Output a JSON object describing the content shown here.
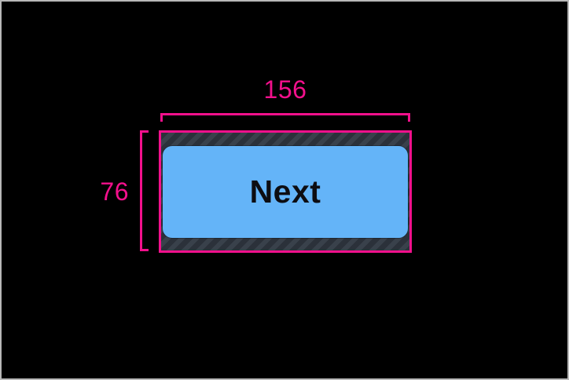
{
  "frame": {
    "background": "#000000",
    "border_color": "#b8b8b8"
  },
  "inspector": {
    "accent_color": "#F3108C",
    "width_label": "156",
    "height_label": "76"
  },
  "button": {
    "label": "Next",
    "fill_color": "#64B4F8",
    "text_color": "#0D0D12",
    "padding_fill_color": "#39414B",
    "padding_stripe_color": "#2B313A"
  }
}
